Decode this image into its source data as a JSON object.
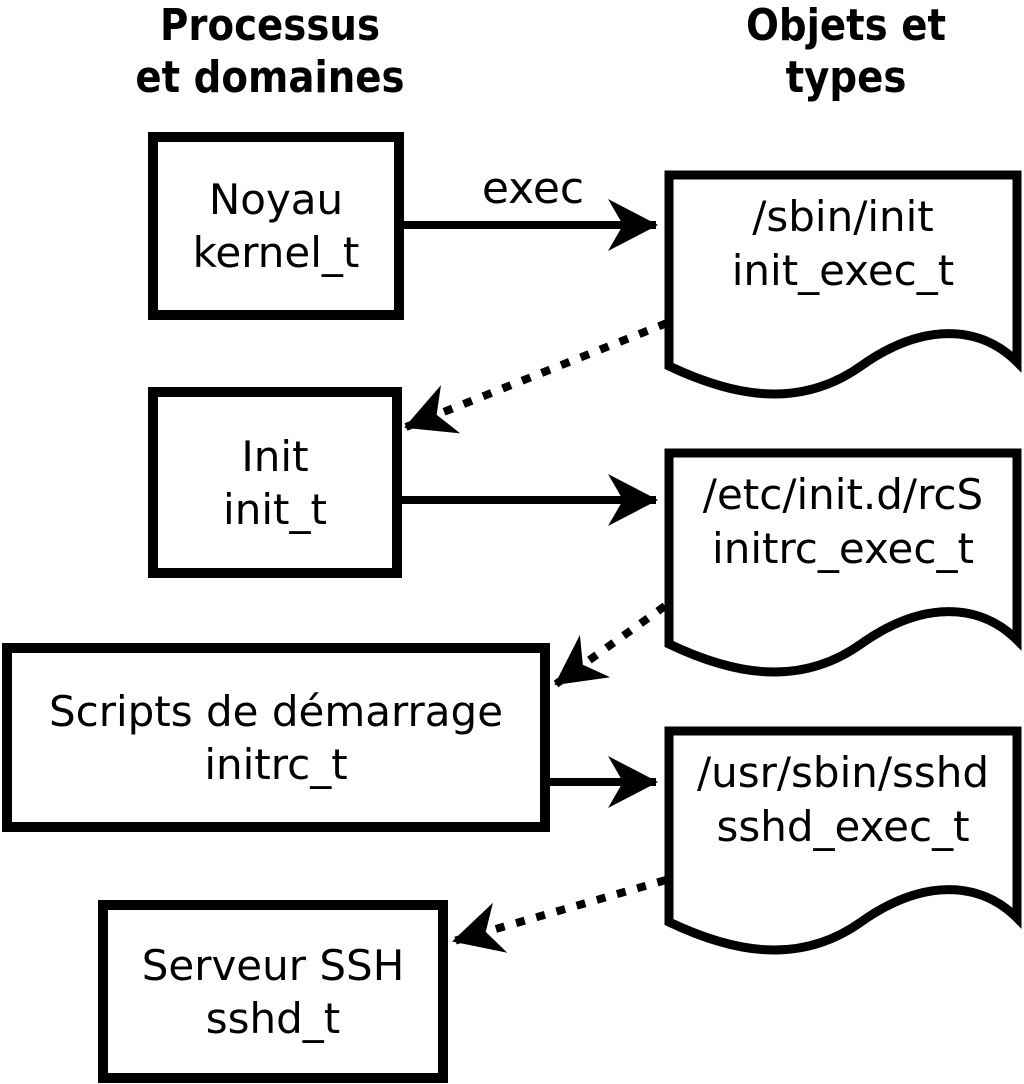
{
  "headers": {
    "processes_line1": "Processus",
    "processes_line2": "et domaines",
    "objects_line1": "Objets et",
    "objects_line2": "types"
  },
  "processes": [
    {
      "name": "Noyau",
      "type": "kernel_t"
    },
    {
      "name": "Init",
      "type": "init_t"
    },
    {
      "name": "Scripts de démarrage",
      "type": "initrc_t"
    },
    {
      "name": "Serveur SSH",
      "type": "sshd_t"
    }
  ],
  "objects": [
    {
      "path": "/sbin/init",
      "type": "init_exec_t"
    },
    {
      "path": "/etc/init.d/rcS",
      "type": "initrc_exec_t"
    },
    {
      "path": "/usr/sbin/sshd",
      "type": "sshd_exec_t"
    }
  ],
  "edges": [
    {
      "from": "kernel_t",
      "to": "init_exec_t",
      "style": "solid",
      "label": "exec"
    },
    {
      "from": "init_exec_t",
      "to": "init_t",
      "style": "dotted",
      "label": ""
    },
    {
      "from": "init_t",
      "to": "initrc_exec_t",
      "style": "solid",
      "label": ""
    },
    {
      "from": "initrc_exec_t",
      "to": "initrc_t",
      "style": "dotted",
      "label": ""
    },
    {
      "from": "initrc_t",
      "to": "sshd_exec_t",
      "style": "solid",
      "label": ""
    },
    {
      "from": "sshd_exec_t",
      "to": "sshd_t",
      "style": "dotted",
      "label": ""
    }
  ],
  "colors": {
    "ink": "#000000",
    "background": "#ffffff"
  }
}
